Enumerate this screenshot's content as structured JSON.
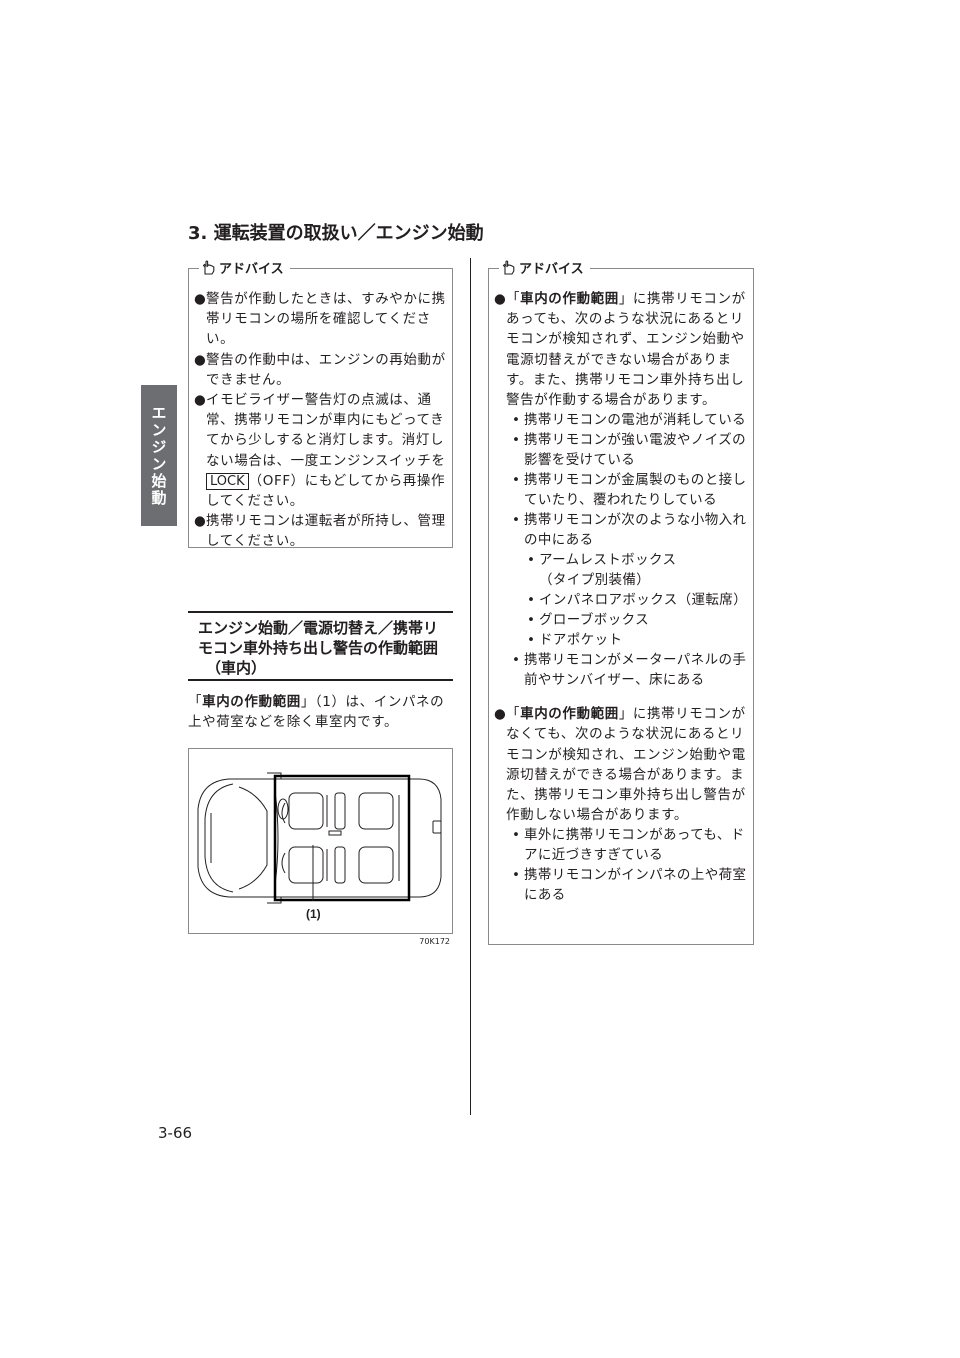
{
  "side_tab": {
    "label": "エンジン始動"
  },
  "section_title": "3. 運転装置の取扱い／エンジン始動",
  "left_advice": {
    "heading": "アドバイス",
    "items": [
      {
        "text": "警告が作動したときは、すみやかに携帯リモコンの場所を確認してください。"
      },
      {
        "text": "警告の作動中は、エンジンの再始動ができません。"
      },
      {
        "text_before_key": "イモビライザー警告灯の点滅は、通常、携帯リモコンが車内にもどってきてから少しすると消灯します。消灯しない場合は、一度エンジンスイッチを",
        "key": "LOCK",
        "text_after_key": "（OFF）にもどしてから再操作してください。"
      },
      {
        "text": "携帯リモコンは運転者が所持し、管理してください。"
      }
    ]
  },
  "subheading": {
    "line1": "エンジン始動／電源切替え／携帯リ",
    "line2": "モコン車外持ち出し警告の作動範囲",
    "line3": "（車内）"
  },
  "body": {
    "open": "「",
    "bold": "車内の作動範囲",
    "rest": "」（1）は、インパネの上や荷室などを除く車室内です。"
  },
  "figure": {
    "callout": "(1)",
    "code": "70K172"
  },
  "right_advice": {
    "heading": "アドバイス",
    "item1": {
      "open": "「",
      "bold": "車内の作動範囲",
      "rest": "」に携帯リモコンがあっても、次のような状況にあるとリモコンが検知されず、エンジン始動や電源切替えができない場合があります。また、携帯リモコン車外持ち出し警告が作動する場合があります。",
      "subs": [
        "携帯リモコンの電池が消耗している",
        "携帯リモコンが強い電波やノイズの影響を受けている",
        "携帯リモコンが金属製のものと接していたり、覆われたりしている",
        "携帯リモコンが次のような小物入れの中にある"
      ],
      "subsubs": [
        "アームレストボックス",
        "（タイプ別装備）",
        "インパネロアボックス（運転席）",
        "グローブボックス",
        "ドアポケット"
      ],
      "last_sub": "携帯リモコンがメーターパネルの手前やサンバイザー、床にある"
    },
    "item2": {
      "open": "「",
      "bold": "車内の作動範囲",
      "rest": "」に携帯リモコンがなくても、次のような状況にあるとリモコンが検知され、エンジン始動や電源切替えができる場合があります。また、携帯リモコン車外持ち出し警告が作動しない場合があります。",
      "subs": [
        "車外に携帯リモコンがあっても、ドアに近づきすぎている",
        "携帯リモコンがインパネの上や荷室にある"
      ]
    }
  },
  "page_number": "3-66"
}
